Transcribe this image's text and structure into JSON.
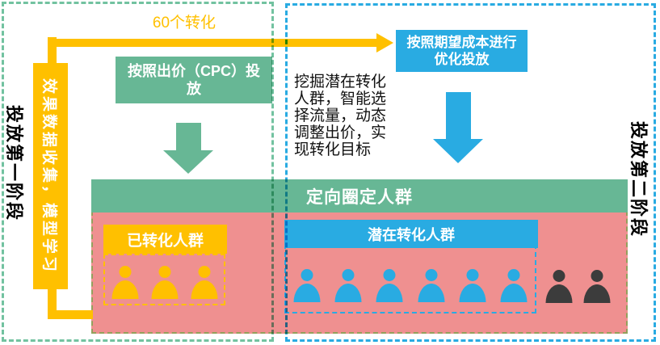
{
  "phase1": {
    "label": "投放第一阶段",
    "data_collection_bar": "效果数据收集，模型学习",
    "cpc_delivery_box": "按照出价（CPC）投放",
    "conversion_count_label": "60个转化"
  },
  "phase2": {
    "label": "投放第二阶段",
    "optimized_delivery_box": "按照期望成本进行优化投放",
    "description": "挖掘潜在转化人群，智能选择流量，动态调整出价，实现转化目标"
  },
  "audience_panel": {
    "header": "定向圈定人群",
    "converted_group": {
      "label": "已转化人群",
      "person_count": 3
    },
    "potential_group": {
      "label": "潜在转化人群",
      "person_count": 6
    },
    "unselected_group": {
      "person_count": 2
    }
  },
  "colors": {
    "gold": "#FFC000",
    "green_solid": "#67B795",
    "green_dash_border": "#72C2A0",
    "blue": "#29ABE2",
    "pink_panel": "#EF9090",
    "panel_dash_border": "#94A05C",
    "dark_person": "#3C3C3C"
  }
}
